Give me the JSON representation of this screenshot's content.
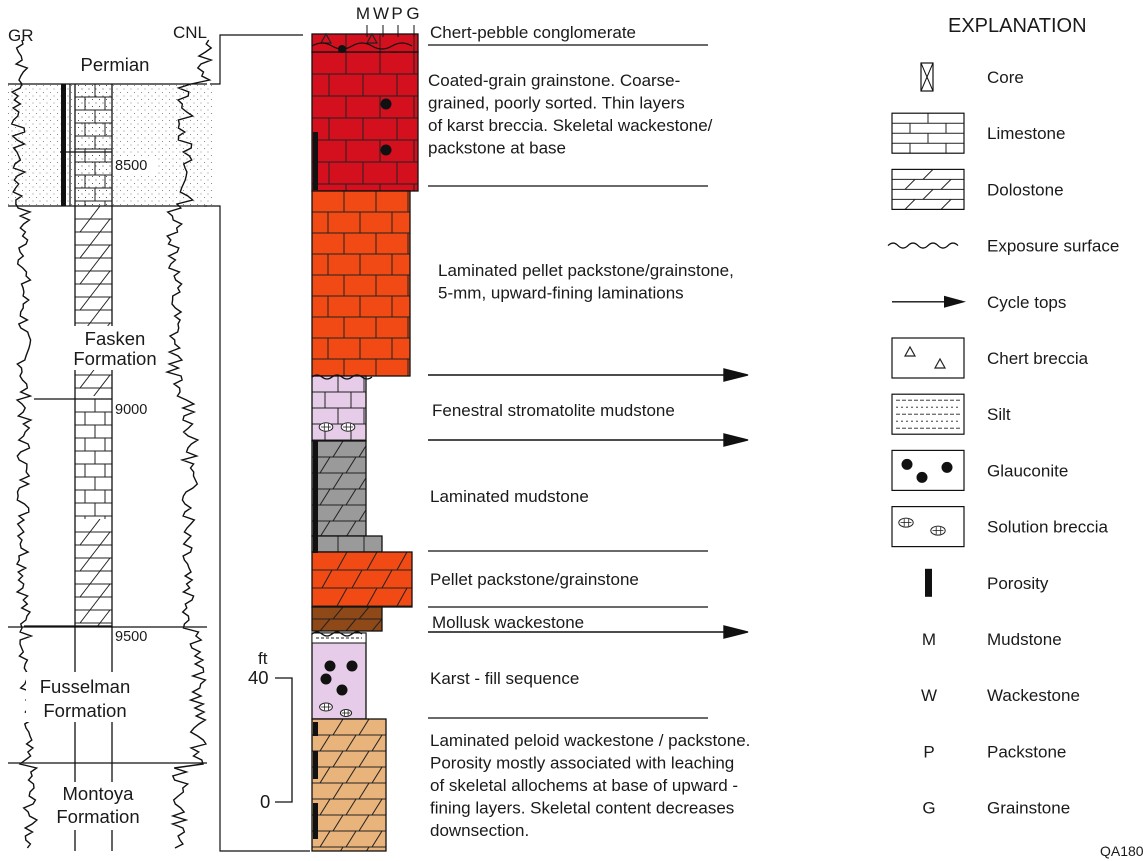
{
  "log_panel": {
    "curve_left": "GR",
    "curve_right": "CNL",
    "ages": [
      {
        "id": "permian",
        "line1": "Permian",
        "line2": ""
      },
      {
        "id": "fasken",
        "line1": "Fasken",
        "line2": "Formation"
      },
      {
        "id": "fusselman",
        "line1": "Fusselman",
        "line2": "Formation"
      },
      {
        "id": "montoya",
        "line1": "Montoya",
        "line2": "Formation"
      }
    ],
    "depths": [
      "8500",
      "9000",
      "9500"
    ]
  },
  "column": {
    "texture_header": [
      "M",
      "W",
      "P",
      "G"
    ],
    "scale_unit": "ft",
    "scale_top": "40",
    "scale_bottom": "0"
  },
  "descriptions": [
    {
      "id": "chert-pebble",
      "lines": [
        "Chert-pebble conglomerate"
      ]
    },
    {
      "id": "coated-grain",
      "lines": [
        "Coated-grain grainstone.  Coarse-",
        "grained, poorly sorted.  Thin layers",
        "of karst breccia.  Skeletal wackestone/",
        "packstone at base"
      ]
    },
    {
      "id": "laminated-pellet",
      "lines": [
        "Laminated pellet packstone/grainstone,",
        "5-mm, upward-fining  laminations"
      ]
    },
    {
      "id": "fenestral",
      "lines": [
        "Fenestral stromatolite mudstone"
      ]
    },
    {
      "id": "laminated-mudstone",
      "lines": [
        "Laminated mudstone"
      ]
    },
    {
      "id": "pellet-packstone",
      "lines": [
        "Pellet packstone/grainstone"
      ]
    },
    {
      "id": "mollusk",
      "lines": [
        "Mollusk wackestone"
      ]
    },
    {
      "id": "karst-fill",
      "lines": [
        "Karst - fill sequence"
      ]
    },
    {
      "id": "peloid",
      "lines": [
        "Laminated peloid wackestone / packstone.",
        "Porosity mostly associated with leaching",
        "of skeletal allochems at base of upward -",
        "fining layers. Skeletal content decreases",
        "downsection."
      ]
    }
  ],
  "explanation": {
    "title": "EXPLANATION",
    "items": [
      {
        "id": "core",
        "label": "Core",
        "symbol": "core"
      },
      {
        "id": "limestone",
        "label": "Limestone",
        "symbol": "limestone"
      },
      {
        "id": "dolostone",
        "label": "Dolostone",
        "symbol": "dolostone"
      },
      {
        "id": "exposure",
        "label": "Exposure surface",
        "symbol": "wavy-line"
      },
      {
        "id": "cycle",
        "label": "Cycle tops",
        "symbol": "arrow"
      },
      {
        "id": "chert",
        "label": "Chert breccia",
        "symbol": "triangles"
      },
      {
        "id": "silt",
        "label": "Silt",
        "symbol": "dashed-lines"
      },
      {
        "id": "glauconite",
        "label": "Glauconite",
        "symbol": "dots"
      },
      {
        "id": "solution",
        "label": "Solution breccia",
        "symbol": "ovals"
      },
      {
        "id": "porosity",
        "label": "Porosity",
        "symbol": "black-bar"
      },
      {
        "id": "mudstone",
        "label": "Mudstone",
        "symbol": "M"
      },
      {
        "id": "wackestone",
        "label": "Wackestone",
        "symbol": "W"
      },
      {
        "id": "packstone",
        "label": "Packstone",
        "symbol": "P"
      },
      {
        "id": "grainstone",
        "label": "Grainstone",
        "symbol": "G"
      }
    ]
  },
  "figure_id": "QA180",
  "colors": {
    "red": "#d4101f",
    "orange_red": "#f24a14",
    "lavender": "#e6cce9",
    "gray": "#9a9a9a",
    "brown": "#8f4817",
    "tan": "#e9b47c"
  }
}
